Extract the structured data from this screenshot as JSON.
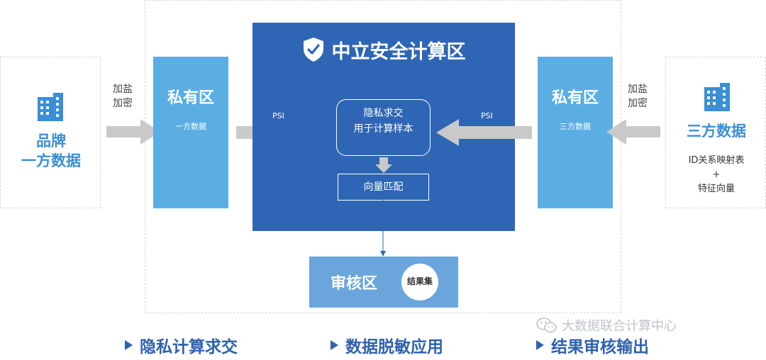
{
  "left_party": {
    "title_line1": "品牌",
    "title_line2": "一方数据",
    "icon": "building-icon"
  },
  "left_arrow_label": {
    "line1": "加盐",
    "line2": "加密"
  },
  "left_private": {
    "title": "私有区",
    "subtitle": "一方数据"
  },
  "left_psi": "PSI",
  "neutral_zone": {
    "title": "中立安全计算区",
    "icon": "shield-check-icon",
    "psi_box": {
      "line1": "隐私求交",
      "line2": "用于计算样本"
    },
    "vector_match": "向量匹配"
  },
  "right_psi": "PSI",
  "right_private": {
    "title": "私有区",
    "subtitle": "三方数据"
  },
  "right_arrow_label": {
    "line1": "加盐",
    "line2": "加密"
  },
  "right_party": {
    "title": "三方数据",
    "line1": "ID关系映射表",
    "line2": "+",
    "line3": "特征向量",
    "icon": "building-icon"
  },
  "audit": {
    "title": "审核区",
    "result": "结果集"
  },
  "footer": [
    {
      "label": "隐私计算求交"
    },
    {
      "label": "数据脱敏应用"
    },
    {
      "label": "结果审核输出"
    }
  ],
  "watermark": "大数据联合计算中心",
  "colors": {
    "private": "#5aaee4",
    "neutral": "#2e66b5",
    "audit": "#6aa6dc",
    "arrow": "#c9c9c9",
    "brand_text": "#3a8fd6"
  }
}
